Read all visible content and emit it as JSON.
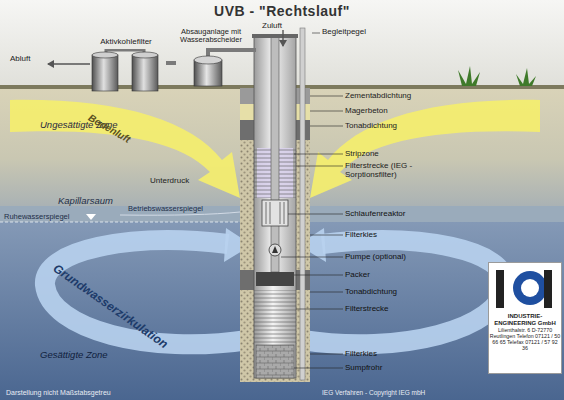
{
  "diagram": {
    "title": "UVB - \"Rechtslauf\"",
    "nodes": [
      {
        "text": [
          "Aktivkohlefilter"
        ]
      },
      {
        "text": [
          "Absauganlage mit Wasserabscheider"
        ]
      },
      {
        "text": [
          "INDUSTRIE- ENGINEERING GmbH",
          "Lilienthalstr. 6 D-72770 Reutlingen Telefon 07121 / 50 66 65 Telefax 07121 / 57 92 36"
        ]
      }
    ],
    "edges": [
      {
        "from": 0,
        "to": 1,
        "arrow": "none"
      }
    ],
    "labels": [
      "Abluft",
      "Zuluft",
      "Begleitpegel",
      "Zementabdichtung",
      "Magerbeton",
      "Tonabdichtung",
      "Ungesättigte Zone",
      "Bodenluft",
      "Unterdruck",
      "Stripzone",
      "Filterstrecke (IEG - Sorptionsfilter)",
      "Kapillarsaum",
      "Betriebswasserspiegel",
      "Ruhewasserspiegel",
      "Schlaufenreaktor",
      "Filterkies",
      "Grundwasserzirkulation",
      "Pumpe (optional)",
      "Packer",
      "Tonabdichtung",
      "Filterstrecke",
      "Gesättigte Zone",
      "Filterkies",
      "Sumpfrohr",
      "Darstellung nicht Maßstabsgetreu",
      "IEG Verfahren - Copyright IEG mbH"
    ]
  }
}
